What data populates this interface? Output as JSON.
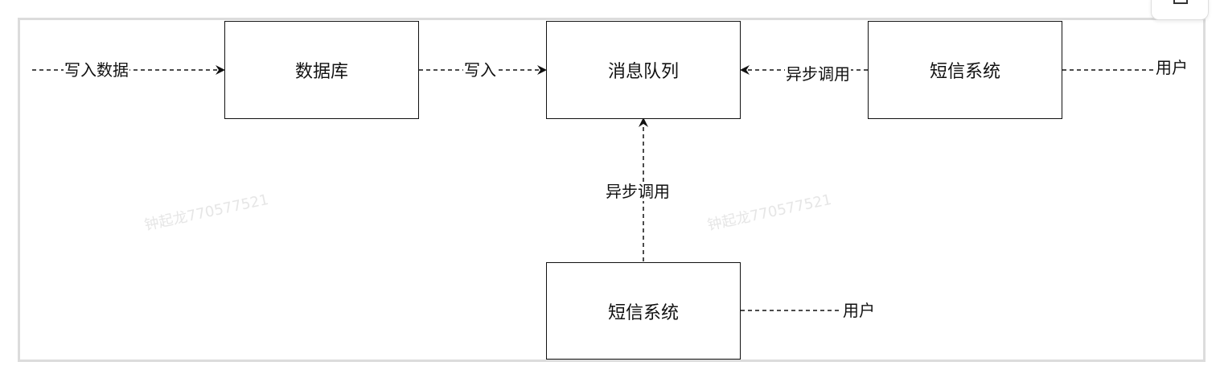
{
  "nodes": {
    "database": "数据库",
    "message_queue": "消息队列",
    "sms_system_right": "短信系统",
    "sms_system_bottom": "短信系统"
  },
  "edge_labels": {
    "write_data": "写入数据",
    "write": "写入",
    "async_call_right": "异步调用",
    "async_call_bottom": "异步调用",
    "user_right": "用户",
    "user_bottom": "用户"
  },
  "watermark": {
    "left": "钟起龙770577521",
    "right": "钟起龙770577521"
  },
  "colors": {
    "stroke": "#111111",
    "frame": "#dcdcdc",
    "watermark": "#e6e6e6"
  }
}
